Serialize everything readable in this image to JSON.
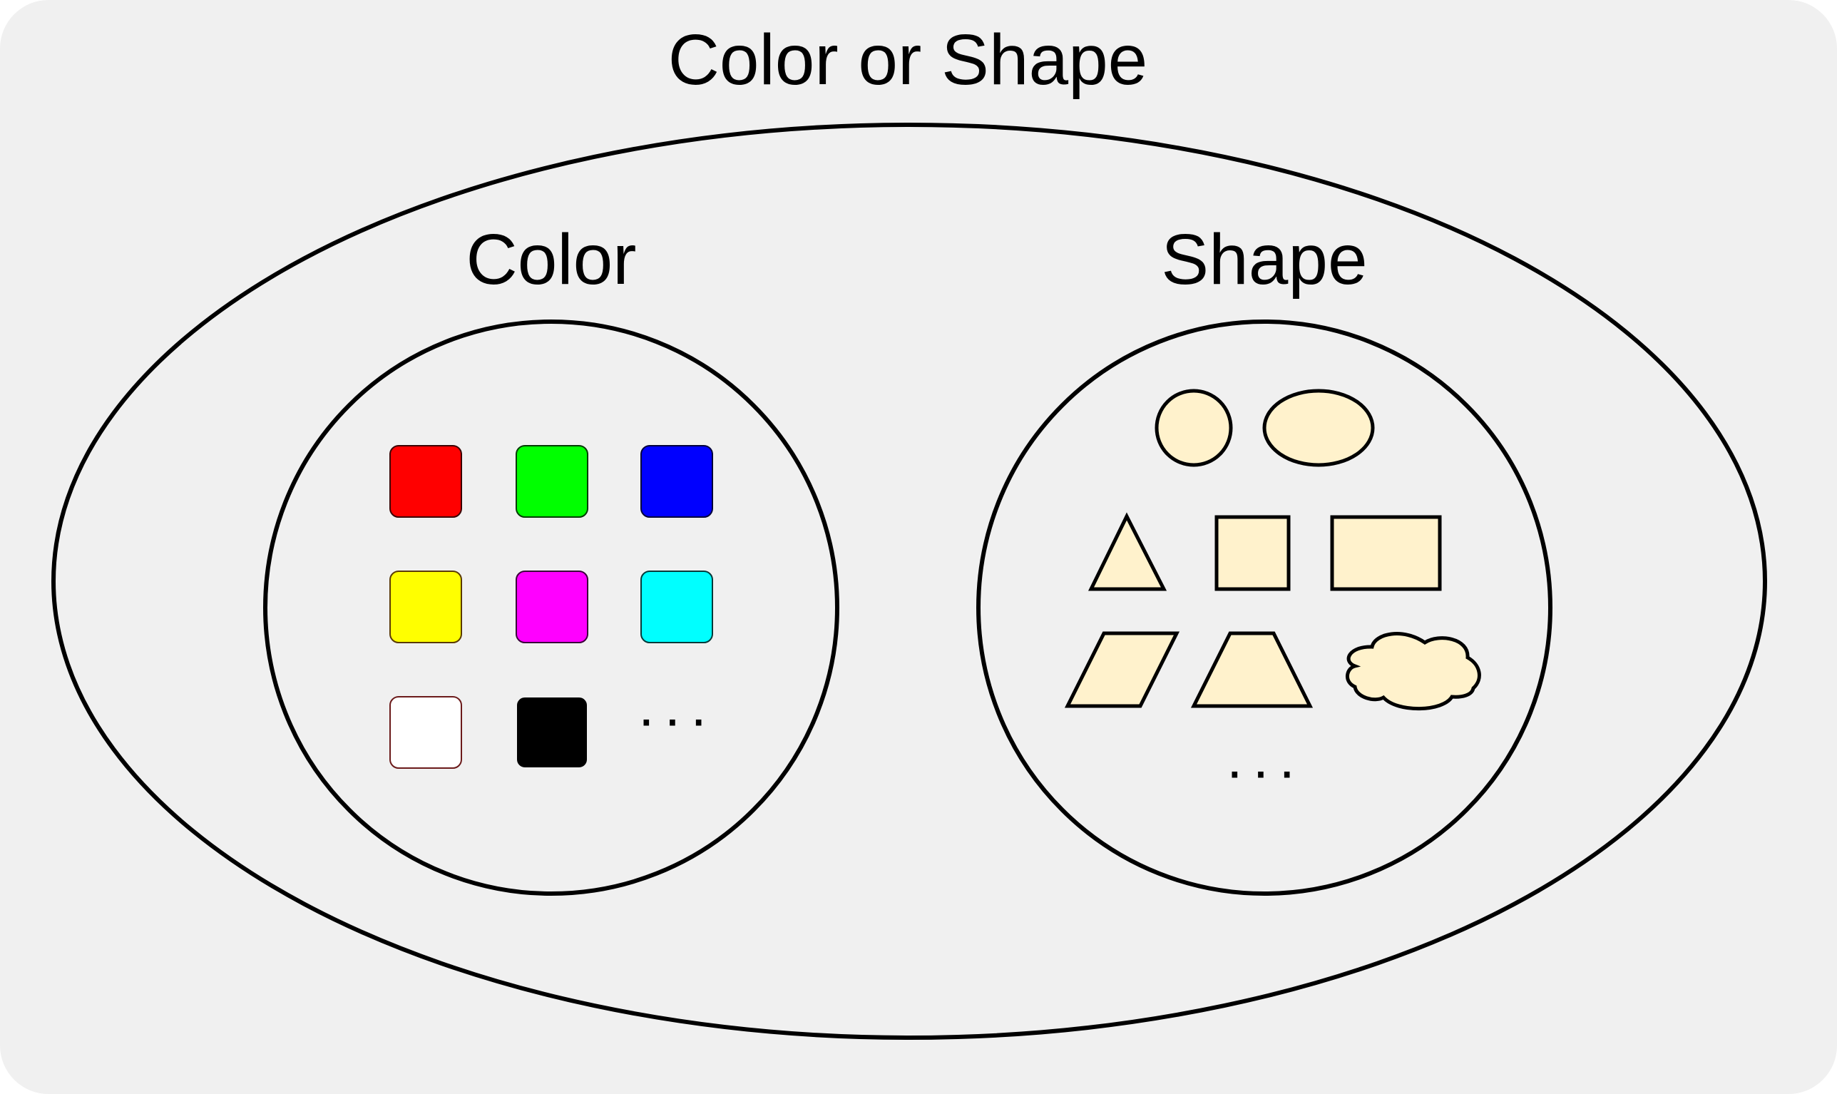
{
  "diagram": {
    "title": "Color or Shape",
    "background_color": "#F0F0F0",
    "stroke_color": "#000000",
    "color_set": {
      "label": "Color",
      "swatches": [
        {
          "name": "red",
          "fill": "#FF0000",
          "border": "#3A0000"
        },
        {
          "name": "green",
          "fill": "#00FF00",
          "border": "#003A00"
        },
        {
          "name": "blue",
          "fill": "#0000FF",
          "border": "#00003A"
        },
        {
          "name": "yellow",
          "fill": "#FFFF00",
          "border": "#5A3A00"
        },
        {
          "name": "magenta",
          "fill": "#FF00FF",
          "border": "#3A003A"
        },
        {
          "name": "cyan",
          "fill": "#00FFFF",
          "border": "#003A3A"
        },
        {
          "name": "white",
          "fill": "#FFFFFF",
          "border": "#6B1A1A"
        },
        {
          "name": "black",
          "fill": "#000000",
          "border": "#000000"
        }
      ],
      "ellipsis": "···"
    },
    "shape_set": {
      "label": "Shape",
      "shape_fill": "#FFF2CC",
      "shapes": [
        "circle",
        "ellipse",
        "triangle",
        "square",
        "rectangle",
        "parallelogram",
        "trapezoid",
        "cloud"
      ],
      "ellipsis": "···"
    }
  }
}
